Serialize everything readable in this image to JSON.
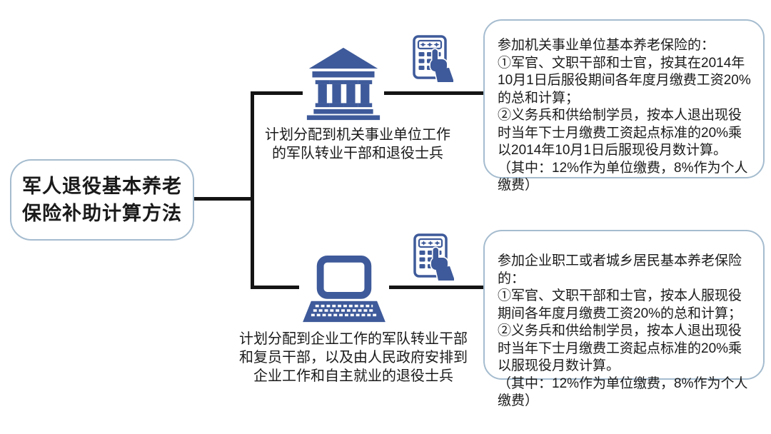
{
  "colors": {
    "icon_blue": "#3e5a9a",
    "box_border": "#a5bccf",
    "connector_line": "#141414",
    "text": "#1a1a1a"
  },
  "root_node": {
    "title": "军人退役基本养老\n保险补助计算方法"
  },
  "top_branch": {
    "icon": "government-building-icon",
    "calc_icon": "calculator-icon",
    "label": "计划分配到机关事业单位工作\n的军队转业干部和退役士兵",
    "detail": {
      "heading": "参加机关事业单位基本养老保险的：",
      "item1": "①军官、文职干部和士官，按其在2014年10月1日后服役期间各年度月缴费工资20%的总和计算；",
      "item2": "②义务兵和供给制学员，按本人退出现役时当年下士月缴费工资起点标准的20%乘以2014年10月1日后服现役月数计算。",
      "note": "（其中：12%作为单位缴费，8%作为个人缴费）"
    }
  },
  "bottom_branch": {
    "icon": "laptop-icon",
    "calc_icon": "calculator-icon",
    "label": "计划分配到企业工作的军队转业干部\n和复员干部，以及由人民政府安排到\n企业工作和自主就业的退役士兵",
    "detail": {
      "heading": "参加企业职工或者城乡居民基本养老保险的：",
      "item1": "①军官、文职干部和士官，按本人服现役期间各年度月缴费工资20%的总和计算；",
      "item2": "②义务兵和供给制学员，按本人退出现役时当年下士月缴费工资起点标准的20%乘以服现役月数计算。",
      "note": "（其中：12%作为单位缴费，8%作为个人缴费）"
    }
  }
}
